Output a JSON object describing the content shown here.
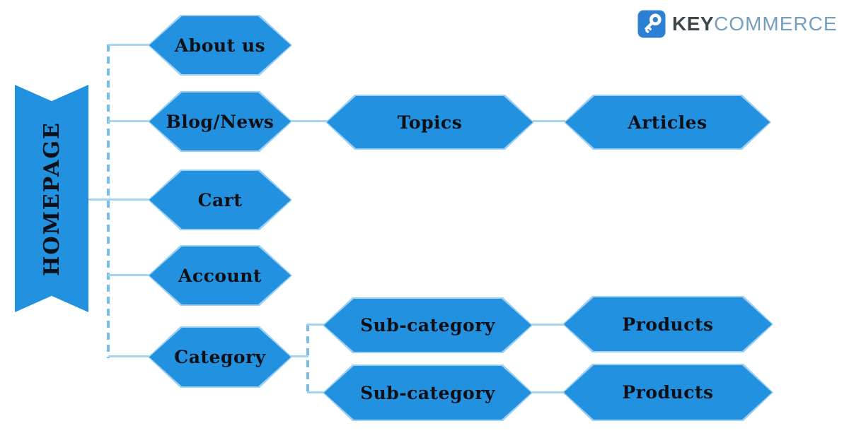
{
  "logo": {
    "icon": "key-icon",
    "icon_bg_color": "#2C80D3",
    "brand_bold": "KEY",
    "brand_light": "COMMERCE"
  },
  "diagram": {
    "root": {
      "label": "HOMEPAGE"
    },
    "nodes": {
      "about_us": {
        "label": "About us"
      },
      "blog_news": {
        "label": "Blog/News"
      },
      "cart": {
        "label": "Cart"
      },
      "account": {
        "label": "Account"
      },
      "category": {
        "label": "Category"
      },
      "topics": {
        "label": "Topics"
      },
      "articles": {
        "label": "Articles"
      },
      "sub_category_1": {
        "label": "Sub-category"
      },
      "products_1": {
        "label": "Products"
      },
      "sub_category_2": {
        "label": "Sub-category"
      },
      "products_2": {
        "label": "Products"
      }
    },
    "edges": [
      {
        "from": "homepage",
        "to": "about_us",
        "style": "dashed-then-solid"
      },
      {
        "from": "homepage",
        "to": "blog_news",
        "style": "dashed-then-solid"
      },
      {
        "from": "homepage",
        "to": "cart",
        "style": "solid"
      },
      {
        "from": "homepage",
        "to": "account",
        "style": "dashed-then-solid"
      },
      {
        "from": "homepage",
        "to": "category",
        "style": "dashed-then-solid"
      },
      {
        "from": "blog_news",
        "to": "topics",
        "style": "solid"
      },
      {
        "from": "topics",
        "to": "articles",
        "style": "solid"
      },
      {
        "from": "category",
        "to": "sub_category_1",
        "style": "dashed-then-solid"
      },
      {
        "from": "category",
        "to": "sub_category_2",
        "style": "dashed-then-solid"
      },
      {
        "from": "sub_category_1",
        "to": "products_1",
        "style": "solid"
      },
      {
        "from": "sub_category_2",
        "to": "products_2",
        "style": "solid"
      }
    ],
    "colors": {
      "shape_fill": "#2191E0",
      "shape_outline": "#9CCFF0",
      "connector_solid": "#A7D4F0",
      "connector_dashed": "#76BFE9",
      "label_text": "#0D1117"
    }
  }
}
